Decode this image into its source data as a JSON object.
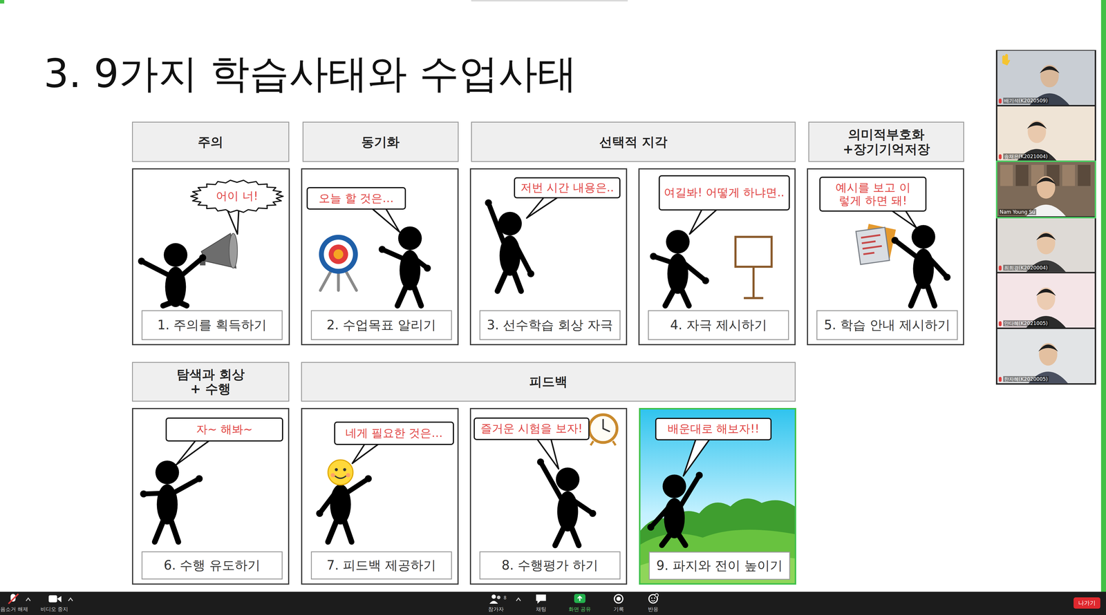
{
  "diagram": {
    "title": "3. 9가지 학습사태와 수업사태",
    "nodes": [
      {
        "text": [
          "주의"
        ]
      },
      {
        "text": [
          "동기화"
        ]
      },
      {
        "text": [
          "선택적 지각"
        ]
      },
      {
        "text": [
          "의미적부호화 +장기기억저장"
        ]
      },
      {
        "text": []
      },
      {
        "text": [
          "어이 너!"
        ],
        "in": 4
      },
      {
        "text": [
          "1. 주의를 획득하기"
        ],
        "in": 4
      },
      {
        "text": []
      },
      {
        "text": [
          "오늘 할 것은…"
        ],
        "in": 7
      },
      {
        "text": [
          "2. 수업목표 알리기"
        ],
        "in": 7
      },
      {
        "text": []
      },
      {
        "text": [
          "저번 시간 내용은.."
        ],
        "in": 10
      },
      {
        "text": [
          "3. 선수학습 회상 자극"
        ],
        "in": 10
      },
      {
        "text": []
      },
      {
        "text": [
          "여길봐! 어떻게 하냐면.."
        ],
        "in": 13
      },
      {
        "text": [
          "4. 자극 제시하기"
        ],
        "in": 13
      },
      {
        "text": []
      },
      {
        "text": [
          "예시를 보고 이렇게 하면 돼!"
        ],
        "in": 16
      },
      {
        "text": [
          "5. 학습 안내 제시하기"
        ],
        "in": 16
      },
      {
        "text": [
          "탐색과 회상 + 수행"
        ]
      },
      {
        "text": [
          "피드백"
        ]
      },
      {
        "text": []
      },
      {
        "text": [
          "자~ 해봐~"
        ],
        "in": 21
      },
      {
        "text": [
          "6. 수행 유도하기"
        ],
        "in": 21
      },
      {
        "text": []
      },
      {
        "text": [
          "네게 필요한 것은…"
        ],
        "in": 24
      },
      {
        "text": [
          "7. 피드백 제공하기"
        ],
        "in": 24
      },
      {
        "text": []
      },
      {
        "text": [
          "즐거운 시험을 보자!"
        ],
        "in": 27
      },
      {
        "text": [
          "8. 수행평가 하기"
        ],
        "in": 27
      },
      {
        "text": []
      },
      {
        "text": [
          "배운대로 해보자!!"
        ],
        "in": 30
      },
      {
        "text": [
          "9. 파지와 전이 높이기"
        ],
        "in": 30
      }
    ],
    "labels": [
      "배기석(K2020509)",
      "송채은(K2021004)",
      "Nam Young Su",
      "최희경(K2020004)",
      "안다혜(K2021005)",
      "한자혜(K2020005)",
      "음소거 해제",
      "비디오 중지",
      "8",
      "참가자",
      "채팅",
      "화면 공유",
      "기록",
      "반응",
      "나가기"
    ]
  }
}
